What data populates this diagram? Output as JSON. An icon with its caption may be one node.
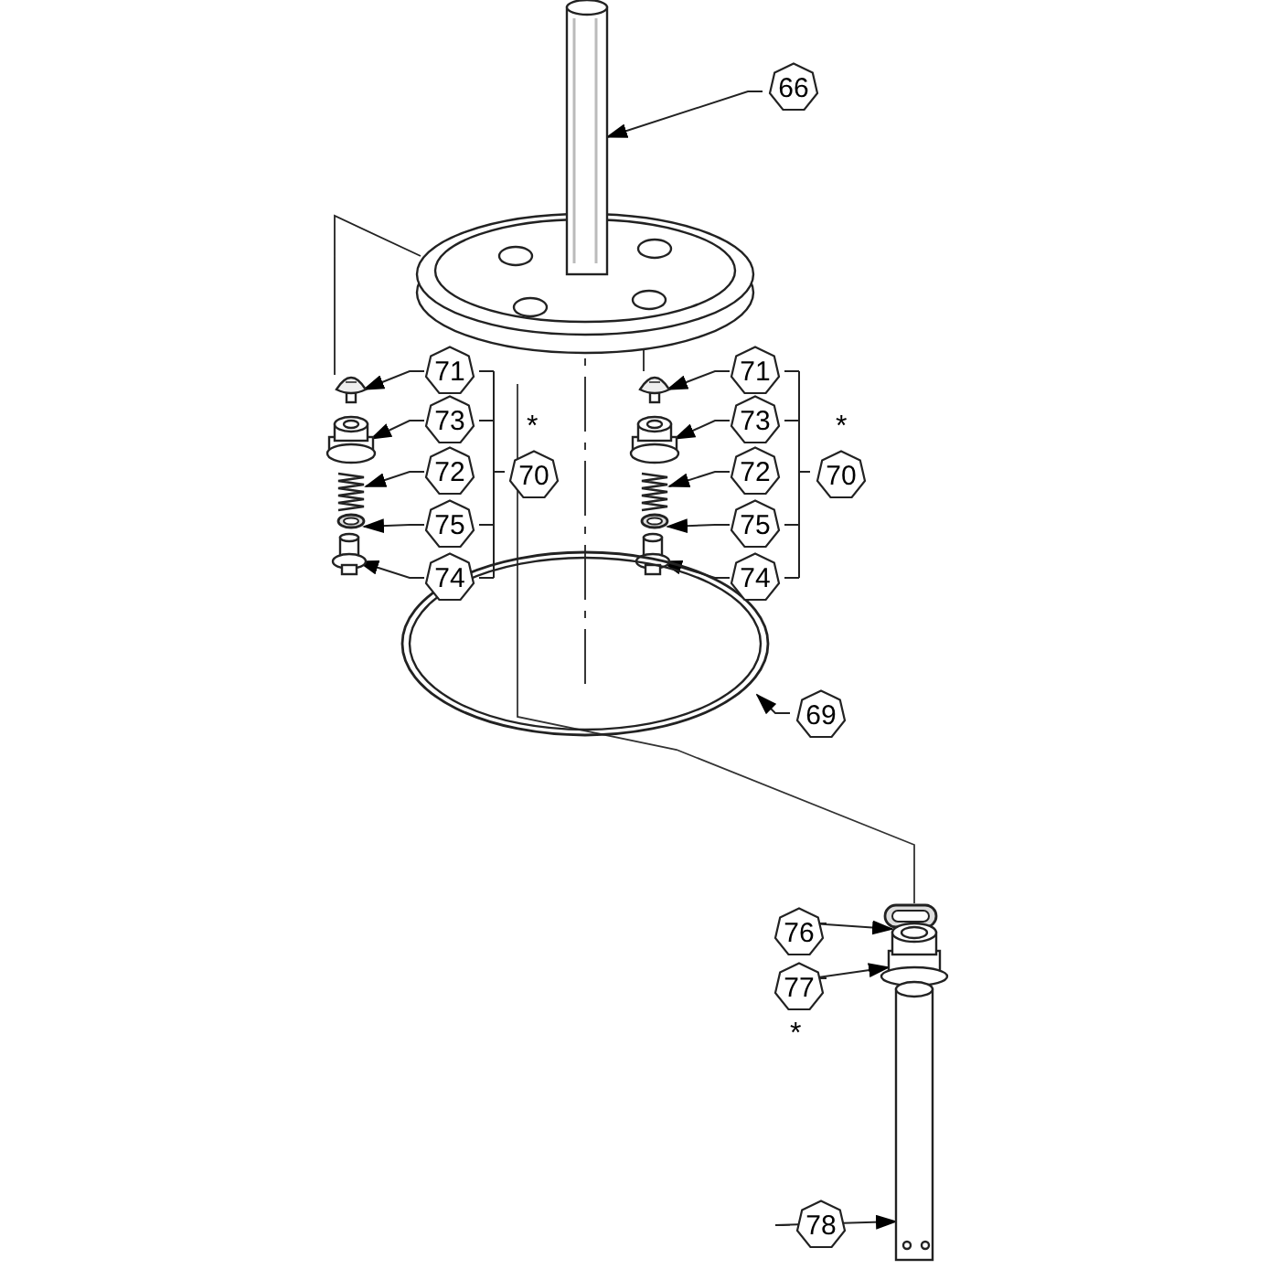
{
  "diagram": {
    "nodes": [
      {
        "text": [
          "66"
        ]
      },
      {
        "text": [
          "71"
        ]
      },
      {
        "text": [
          "73"
        ]
      },
      {
        "text": [
          "72"
        ]
      },
      {
        "text": [
          "75"
        ]
      },
      {
        "text": [
          "74"
        ]
      },
      {
        "text": [
          "70"
        ]
      },
      {
        "text": [
          "71"
        ]
      },
      {
        "text": [
          "73"
        ]
      },
      {
        "text": [
          "72"
        ]
      },
      {
        "text": [
          "75"
        ]
      },
      {
        "text": [
          "74"
        ]
      },
      {
        "text": [
          "70"
        ]
      },
      {
        "text": [
          "69"
        ]
      },
      {
        "text": [
          "76"
        ]
      },
      {
        "text": [
          "77"
        ]
      },
      {
        "text": [
          "78"
        ]
      },
      {
        "text": [],
        "shape": "picture"
      },
      {
        "text": [],
        "shape": "picture"
      },
      {
        "text": [],
        "shape": "picture"
      },
      {
        "text": [],
        "shape": "picture"
      },
      {
        "text": [],
        "shape": "picture"
      },
      {
        "text": [],
        "shape": "picture"
      },
      {
        "text": [],
        "shape": "picture"
      },
      {
        "text": [],
        "shape": "picture"
      },
      {
        "text": [],
        "shape": "picture"
      },
      {
        "text": [],
        "shape": "picture"
      },
      {
        "text": [],
        "shape": "picture"
      },
      {
        "text": [],
        "shape": "picture"
      },
      {
        "text": [],
        "shape": "picture"
      },
      {
        "text": [],
        "shape": "picture"
      },
      {
        "text": [],
        "shape": "picture"
      },
      {
        "text": [],
        "shape": "picture"
      }
    ],
    "edges": [
      {
        "from": 0,
        "to": 17,
        "arrow": "to"
      },
      {
        "from": 1,
        "to": 19,
        "arrow": "to"
      },
      {
        "from": 2,
        "to": 20,
        "arrow": "to"
      },
      {
        "from": 3,
        "to": 21,
        "arrow": "to"
      },
      {
        "from": 4,
        "to": 22,
        "arrow": "to"
      },
      {
        "from": 5,
        "to": 23,
        "arrow": "to"
      },
      {
        "from": 7,
        "to": 24,
        "arrow": "to"
      },
      {
        "from": 8,
        "to": 25,
        "arrow": "to"
      },
      {
        "from": 9,
        "to": 26,
        "arrow": "to"
      },
      {
        "from": 10,
        "to": 27,
        "arrow": "to"
      },
      {
        "from": 11,
        "to": 28,
        "arrow": "to"
      },
      {
        "from": 13,
        "to": 29,
        "arrow": "to"
      },
      {
        "from": 14,
        "to": 30,
        "arrow": "to"
      },
      {
        "from": 15,
        "to": 31,
        "arrow": "to"
      },
      {
        "from": 16,
        "to": 32,
        "arrow": "to"
      },
      {
        "from": 18,
        "to": 19,
        "arrow": "none"
      },
      {
        "from": 18,
        "to": 24,
        "arrow": "none"
      },
      {
        "from": 18,
        "to": 29,
        "arrow": "none",
        "style": "dashed"
      }
    ],
    "labels": [
      "*",
      "*",
      "*"
    ]
  }
}
